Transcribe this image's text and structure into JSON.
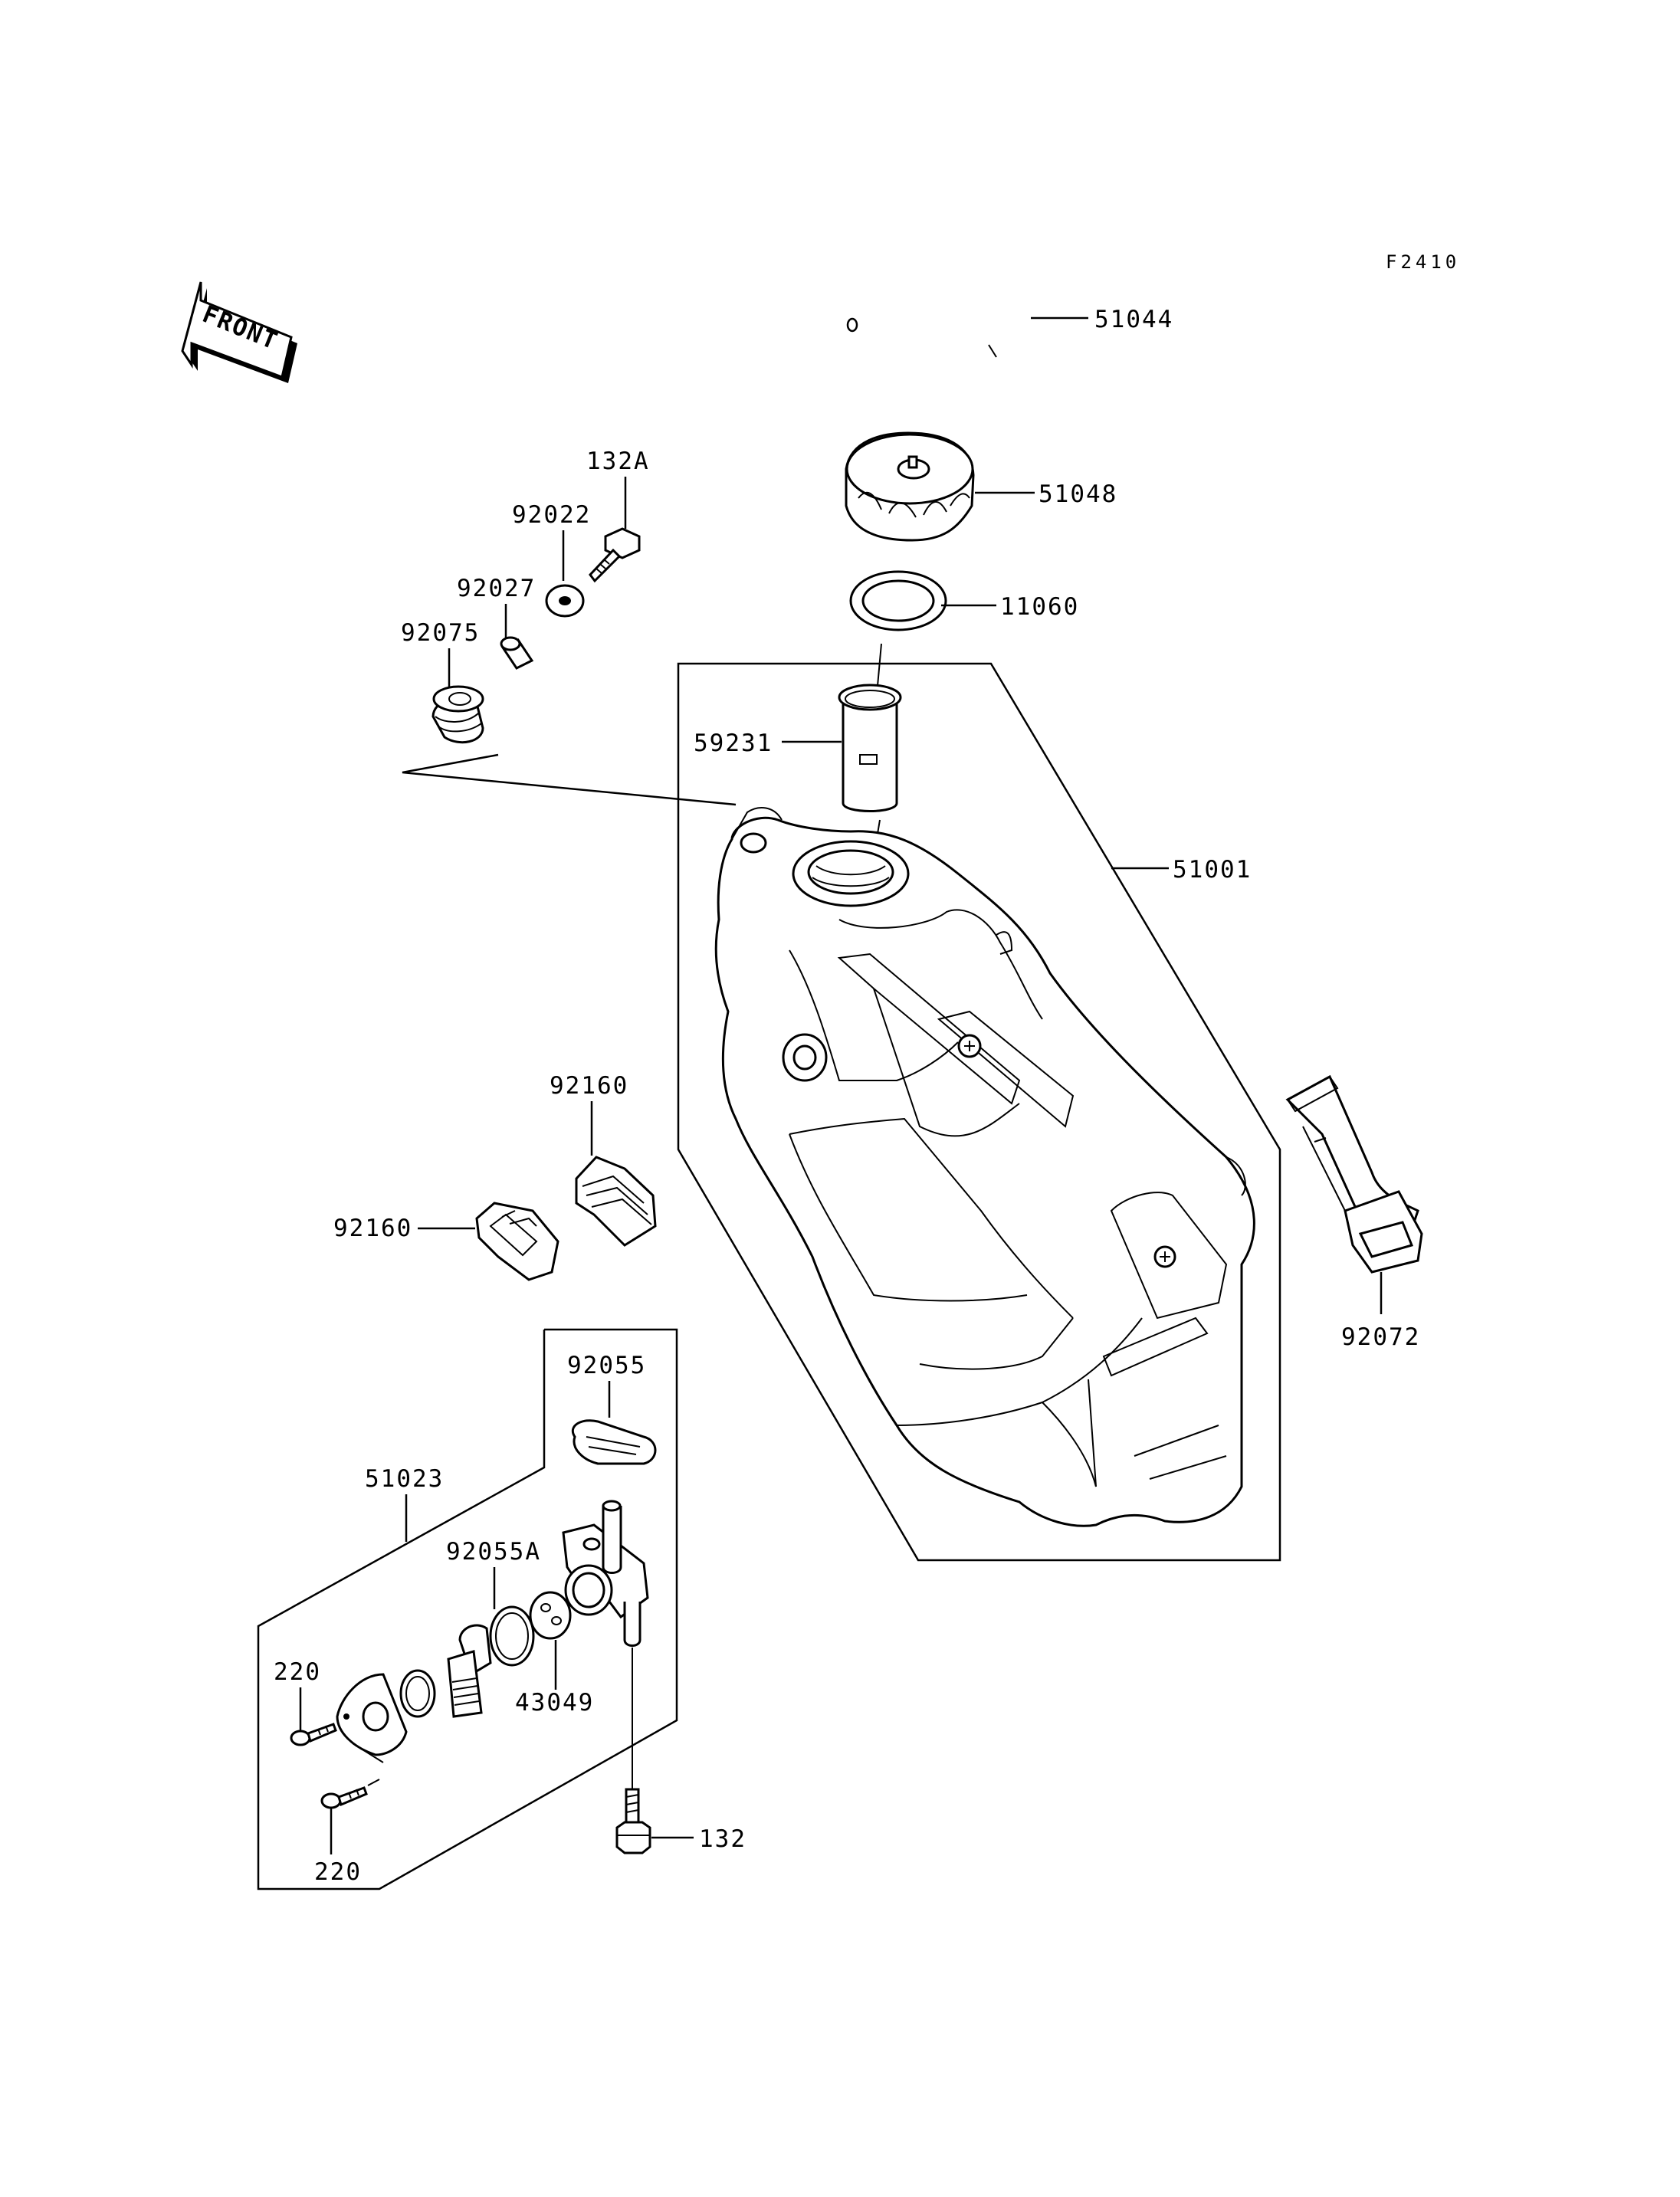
{
  "figure_code": "F2410",
  "front_arrow_text": "FRONT",
  "callouts": {
    "c51044": "51044",
    "c51048": "51048",
    "c11060": "11060",
    "c132A": "132A",
    "c92022": "92022",
    "c92027": "92027",
    "c92075": "92075",
    "c59231": "59231",
    "c51001": "51001",
    "c92160_upper": "92160",
    "c92160_lower": "92160",
    "c92072": "92072",
    "c92055": "92055",
    "c51023": "51023",
    "c92055A": "92055A",
    "c43049": "43049",
    "c220_upper": "220",
    "c220_lower": "220",
    "c132": "132"
  }
}
